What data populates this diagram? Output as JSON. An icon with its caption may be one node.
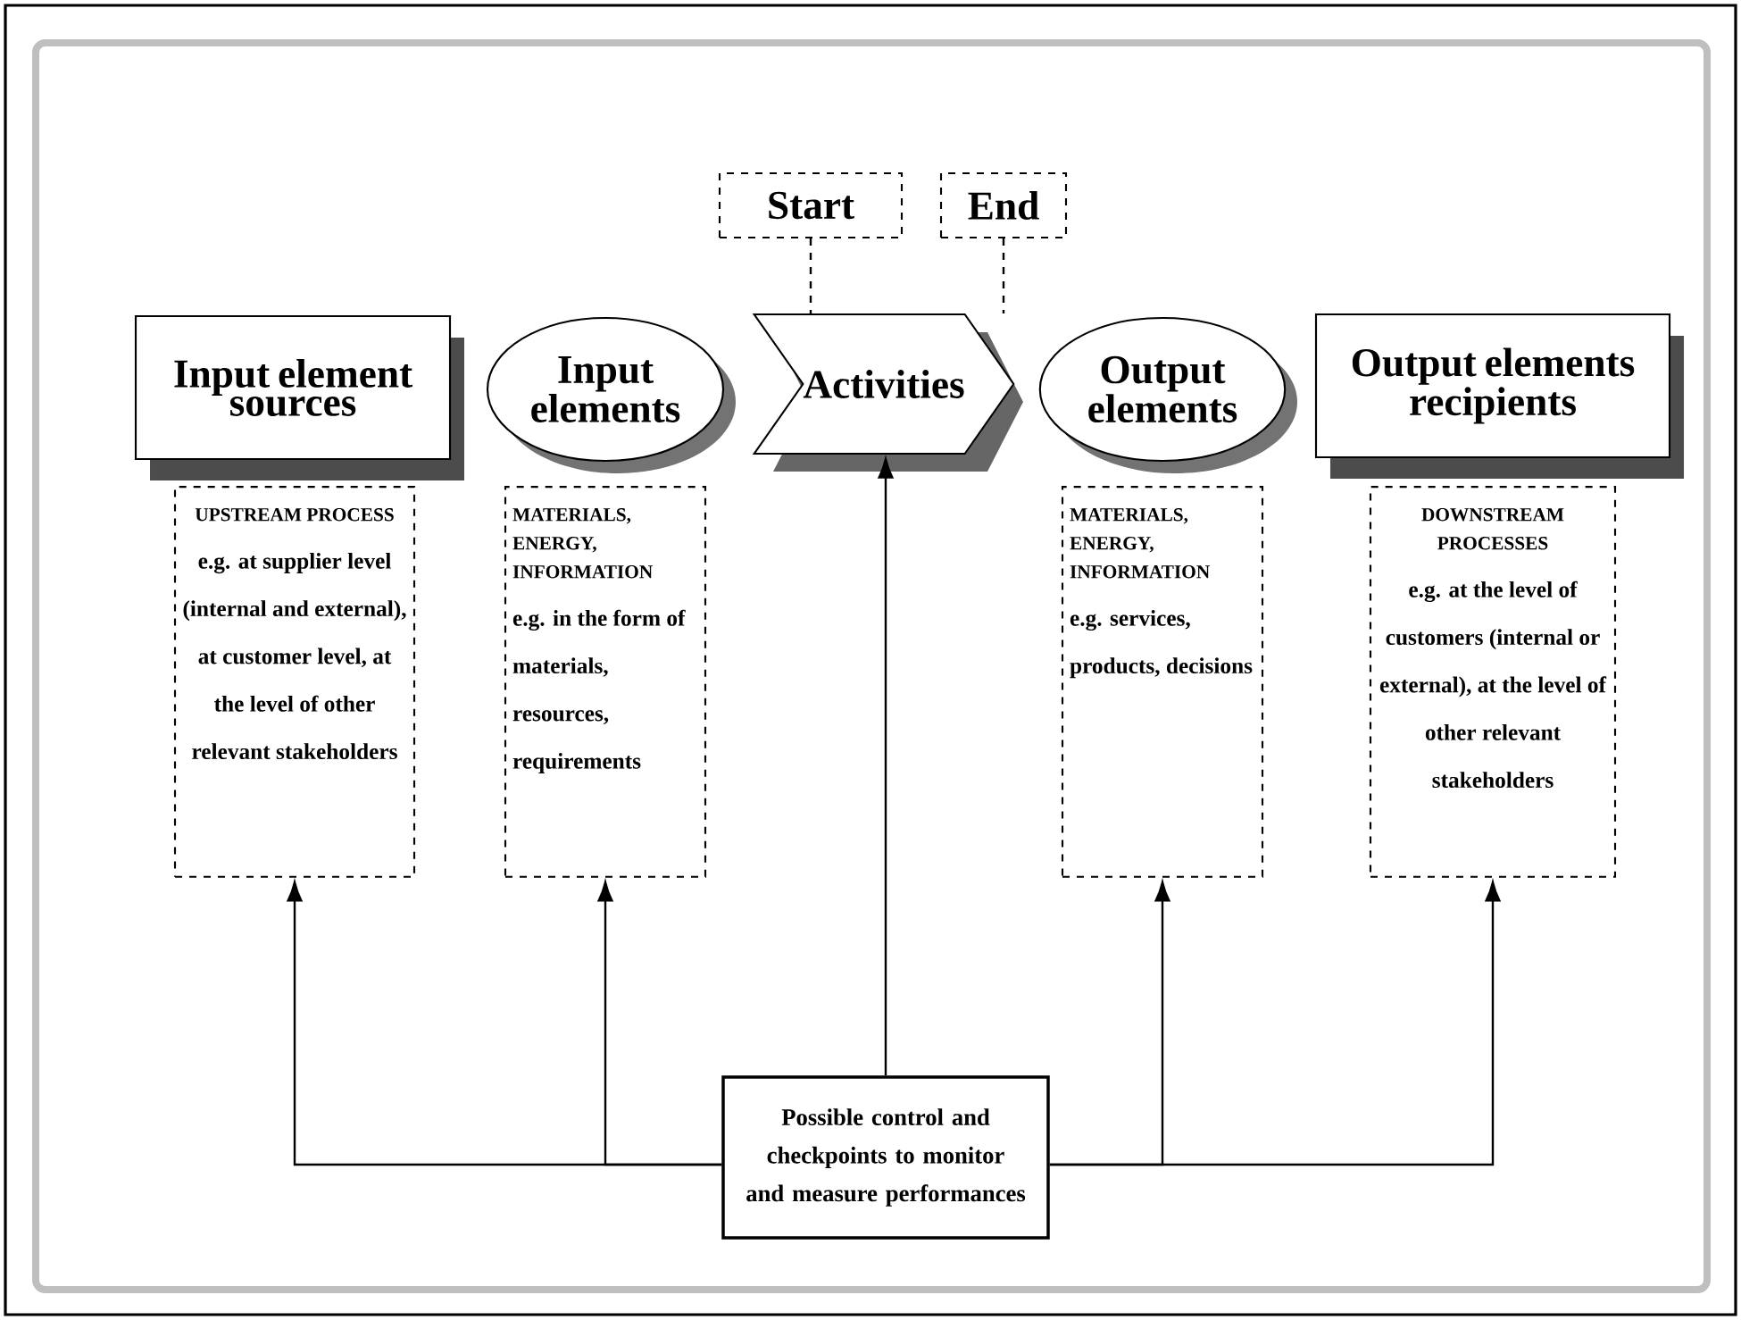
{
  "diagram": {
    "nodes": [
      {
        "text": [
          "Input element sources"
        ]
      },
      {
        "text": [
          "UPSTREAM PROCESS",
          "e.g. at supplier level (internal and external), at customer level, at the level of other relevant stakeholders"
        ]
      },
      {
        "text": [
          "Input elements"
        ]
      },
      {
        "text": [
          "MATERIALS, ENERGY, INFORMATION",
          "e.g. in the form of materials, resources, requirements"
        ]
      },
      {
        "text": [
          "Start"
        ]
      },
      {
        "text": [
          "End"
        ]
      },
      {
        "text": [
          "Activities"
        ]
      },
      {
        "text": [
          "Output elements"
        ]
      },
      {
        "text": [
          "MATERIALS, ENERGY, INFORMATION",
          "e.g. services, products, decisions"
        ]
      },
      {
        "text": [
          "Output elements recipients"
        ]
      },
      {
        "text": [
          "DOWNSTREAM PROCESSES",
          "e.g. at the level of customers (internal or external), at the level of other relevant stakeholders"
        ]
      },
      {
        "text": [
          "Possible control and checkpoints to monitor and measure performances"
        ]
      }
    ],
    "edges": [
      {
        "from": 4,
        "to": 6,
        "arrow": "none",
        "style": "dashed"
      },
      {
        "from": 5,
        "to": 6,
        "arrow": "none",
        "style": "dashed"
      },
      {
        "from": 11,
        "to": 1,
        "arrow": "to"
      },
      {
        "from": 11,
        "to": 3,
        "arrow": "to"
      },
      {
        "from": 11,
        "to": 6,
        "arrow": "to"
      },
      {
        "from": 11,
        "to": 8,
        "arrow": "to"
      },
      {
        "from": 11,
        "to": 10,
        "arrow": "to"
      }
    ]
  }
}
